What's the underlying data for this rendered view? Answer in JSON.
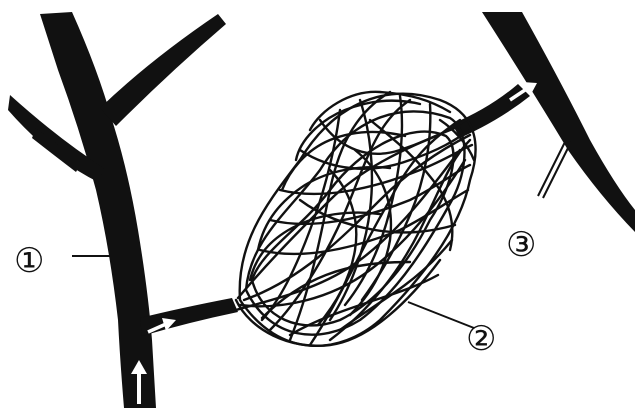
{
  "labels": [
    {
      "id": "vessel-1",
      "text": "①"
    },
    {
      "id": "vessel-2",
      "text": "②"
    },
    {
      "id": "vessel-3",
      "text": "③"
    }
  ],
  "colors": {
    "ink": "#111111",
    "background": "#ffffff",
    "arrow": "#ffffff"
  }
}
